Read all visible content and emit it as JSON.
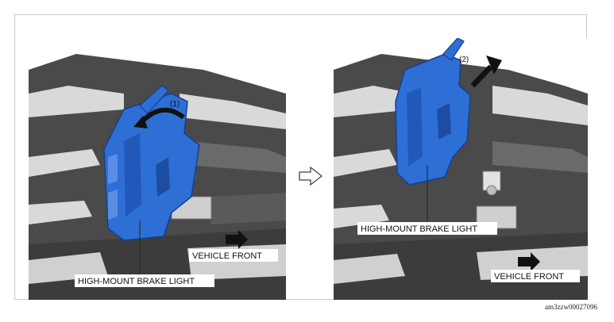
{
  "left_panel": {
    "part_label": "HIGH-MOUNT BRAKE LIGHT",
    "direction_label": "VEHICLE FRONT",
    "step_callout": "(1)"
  },
  "right_panel": {
    "part_label": "HIGH-MOUNT BRAKE LIGHT",
    "direction_label": "VEHICLE FRONT",
    "step_callout": "(2)"
  },
  "reference_id": "am3zzw00027096",
  "colors": {
    "part_blue": "#2e6fd6",
    "part_blue_dark": "#173f8c",
    "body_dark": "#4a4a4a",
    "body_mid": "#6a6a6a",
    "body_light": "#d9d9d9"
  },
  "icons": {
    "step_arrow": "outline-right-arrow-icon",
    "direction_arrow": "solid-right-arrow-icon"
  }
}
